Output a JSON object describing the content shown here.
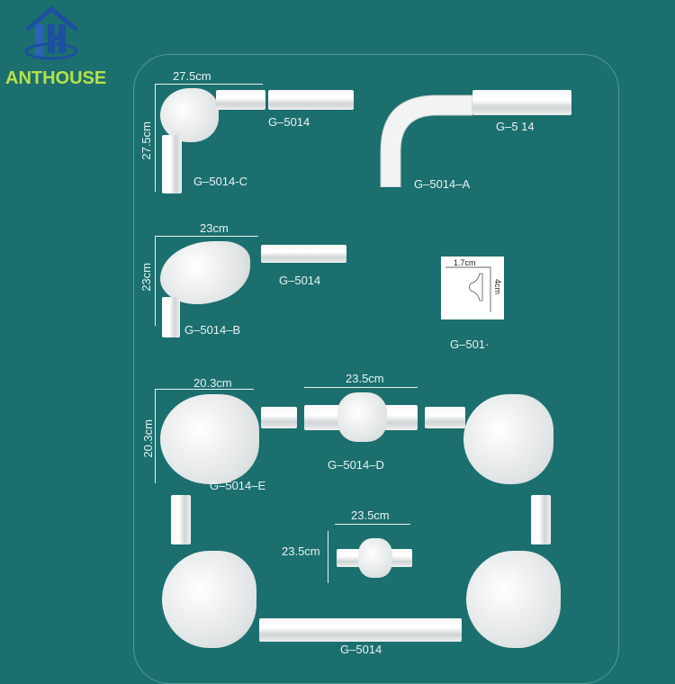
{
  "brand": {
    "name": "ANTHOUSE",
    "logo_icon": "house-icon",
    "colors": {
      "text": "#b8e04a",
      "icon": "#1d4fa0"
    }
  },
  "background": "#1b6f6e",
  "items": {
    "c": {
      "width": "27.5cm",
      "height": "27.5cm",
      "name": "G–5014-C",
      "bar_name": "G–5014"
    },
    "a": {
      "name": "G–5014–A",
      "bar_name": "G–5  14"
    },
    "b": {
      "width": "23cm",
      "height": "23cm",
      "name": "G–5014–B",
      "bar_name": "G–5014"
    },
    "profile": {
      "width": "1.7cm",
      "height": "4cm",
      "name": "G–501·"
    },
    "e": {
      "width": "20.3cm",
      "height": "20.3cm",
      "name": "G–5014–E"
    },
    "d": {
      "width": "23.5cm",
      "name": "G–5014–D"
    },
    "center": {
      "width": "23.5cm",
      "height": "23.5cm"
    },
    "bottom": {
      "bar_name": "G–5014"
    }
  }
}
